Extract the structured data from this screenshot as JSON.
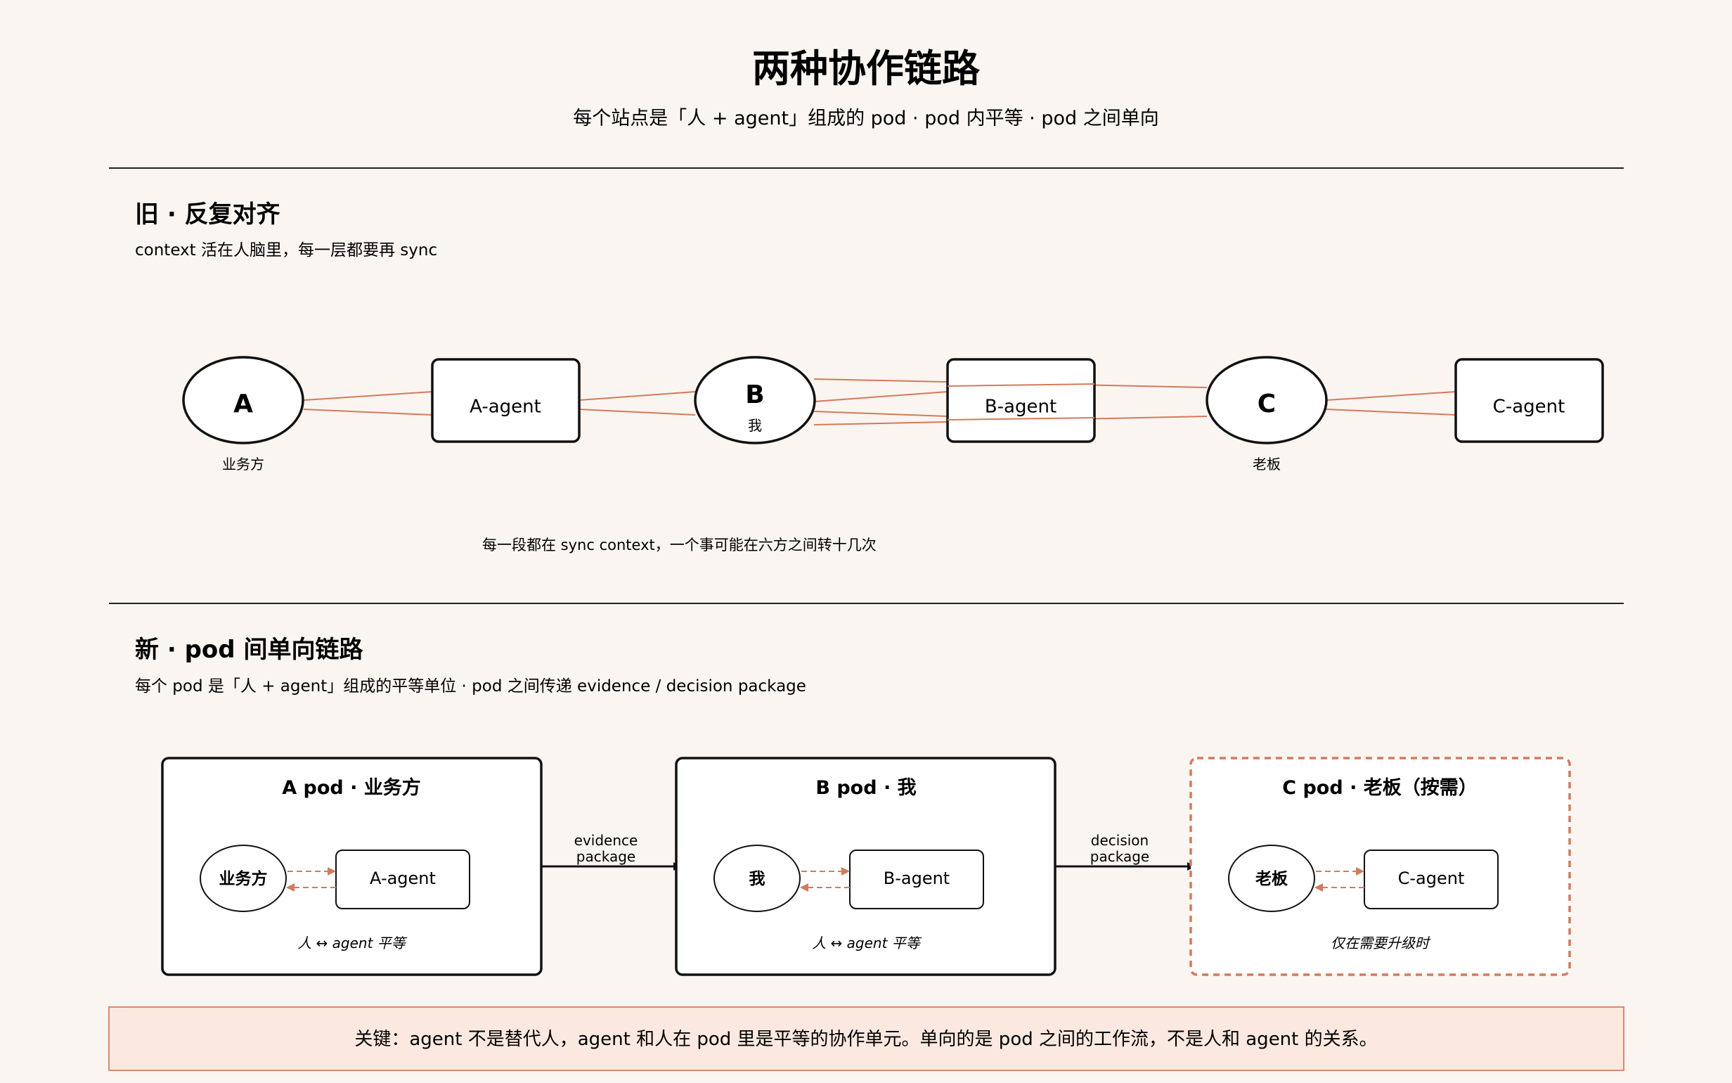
{
  "header": {
    "title": "两种协作链路",
    "subtitle": "每个站点是「人 + agent」组成的 pod · pod 内平等 · pod 之间单向"
  },
  "old": {
    "title": "旧 · 反复对齐",
    "subtitle": "context 活在人脑里，每一层都要再 sync",
    "nodes": [
      {
        "label": "A",
        "caption": "业务方"
      },
      {
        "label": "A-agent"
      },
      {
        "label": "B",
        "inner": "我"
      },
      {
        "label": "B-agent"
      },
      {
        "label": "C",
        "caption": "老板"
      },
      {
        "label": "C-agent"
      }
    ],
    "note": "每一段都在 sync context，一个事可能在六方之间转十几次"
  },
  "new": {
    "title": "新 · pod 间单向链路",
    "subtitle": "每个 pod 是「人 + agent」组成的平等单位 · pod 之间传递 evidence / decision package",
    "pods": [
      {
        "title": "A pod · 业务方",
        "person": "业务方",
        "agent": "A-agent",
        "note": "人 ↔ agent 平等"
      },
      {
        "title": "B pod · 我",
        "person": "我",
        "agent": "B-agent",
        "note": "人 ↔ agent 平等"
      },
      {
        "title": "C pod · 老板（按需）",
        "person": "老板",
        "agent": "C-agent",
        "note": "仅在需要升级时"
      }
    ],
    "arrows": [
      {
        "line1": "evidence",
        "line2": "package"
      },
      {
        "line1": "decision",
        "line2": "package"
      }
    ]
  },
  "key": {
    "text": "关键：agent 不是替代人，agent 和人在 pod 里是平等的协作单元。单向的是 pod 之间的工作流，不是人和 agent 的关系。"
  },
  "colors": {
    "background": "#faf5f0",
    "ink": "#111111",
    "accent": "#d47a5a",
    "key_fill": "#fbe9df",
    "key_border": "#d98a6e"
  }
}
